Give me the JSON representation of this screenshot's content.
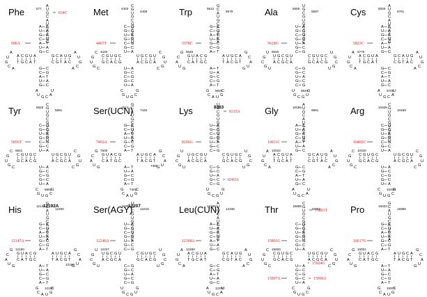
{
  "colors": {
    "text": "#000000",
    "mutation": "#e41a1c",
    "grey_number": "#999999"
  },
  "panels": [
    {
      "name": "Phe",
      "numbers": [
        "577"
      ],
      "mutations": [
        "586A",
        "634C"
      ]
    },
    {
      "name": "Met",
      "numbers": [
        "4402",
        "4469",
        "4433"
      ],
      "mutations": [
        "4467T"
      ]
    },
    {
      "name": "Trp",
      "numbers": [
        "5512",
        "5579",
        "5545",
        "5520"
      ],
      "mutations": [
        "5578C"
      ]
    },
    {
      "name": "Ala",
      "numbers": [
        "5655",
        "5587",
        "5640",
        "5624"
      ],
      "mutations": [
        "5628G"
      ]
    },
    {
      "name": "Cys",
      "numbers": [
        "5826",
        "5761",
        "5776",
        "5706"
      ],
      "mutations": [
        "5823C"
      ]
    },
    {
      "name": "Tyr",
      "numbers": [
        "5826",
        "5891",
        "5841",
        "5881"
      ],
      "mutations": [
        "5856T"
      ]
    },
    {
      "name": "Ser(UCN)",
      "numbers": [
        "7514",
        "7445",
        "7500",
        "7402",
        "7480"
      ],
      "mutations": [
        "7492A"
      ]
    },
    {
      "name": "Lys",
      "numbers": [],
      "mutations": [
        "8296G",
        "8315A",
        "8343A"
      ],
      "bold": [
        "8363"
      ]
    },
    {
      "name": "Gly",
      "numbers": [
        "10058",
        "9991",
        "10022"
      ],
      "mutations": [
        "10031C"
      ]
    },
    {
      "name": "Arg",
      "numbers": [
        "10405",
        "10469",
        "10420",
        "10430"
      ],
      "mutations": [
        "10465C"
      ]
    },
    {
      "name": "His",
      "numbers": [
        "12138",
        "12206",
        "12150",
        "12190",
        "12180"
      ],
      "mutations": [
        "12147A"
      ],
      "bold": [
        "12192A"
      ]
    },
    {
      "name": "Ser(AGY)",
      "numbers": [
        "12266",
        "12215",
        "12237"
      ],
      "mutations": [
        "12246A"
      ],
      "bold": [
        "12207"
      ]
    },
    {
      "name": "Leu(CUN)",
      "numbers": [
        "12266",
        "12336",
        "12280",
        "12290"
      ],
      "mutations": [
        "12308A"
      ]
    },
    {
      "name": "Thr",
      "numbers": [
        "15888",
        "15953",
        "15920"
      ],
      "mutations": [
        "15891G",
        "15891T",
        "15906A",
        "15907A",
        "15924G"
      ]
    },
    {
      "name": "Pro",
      "numbers": [
        "16023",
        "15956",
        "16001",
        "15971"
      ],
      "mutations": [
        "16017G"
      ]
    }
  ]
}
